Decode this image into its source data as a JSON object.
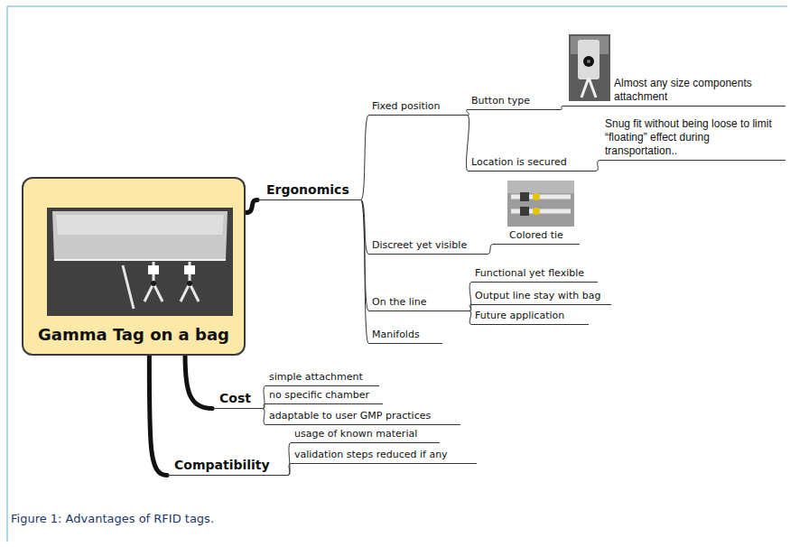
{
  "diagram": {
    "caption": "Figure 1: Advantages of RFID tags.",
    "nodes": [
      {
        "text": [
          "Gamma Tag on a bag"
        ]
      },
      {
        "text": [
          "Ergonomics"
        ]
      },
      {
        "text": [
          "Fixed position"
        ]
      },
      {
        "text": [
          "Button type"
        ]
      },
      {
        "text": [
          "Almost any size components attachment"
        ]
      },
      {
        "text": [
          "Location is secured"
        ]
      },
      {
        "text": [
          "Snug fit without being loose to limit “floating” effect during transportation.."
        ]
      },
      {
        "text": [
          "Discreet yet visible"
        ]
      },
      {
        "text": [
          "Colored tie"
        ]
      },
      {
        "text": [
          "On the line"
        ]
      },
      {
        "text": [
          "Functional yet flexible"
        ]
      },
      {
        "text": [
          "Output line stay with bag"
        ]
      },
      {
        "text": [
          "Future application"
        ]
      },
      {
        "text": [
          "Manifolds"
        ]
      },
      {
        "text": [
          "Cost"
        ]
      },
      {
        "text": [
          "simple attachment"
        ]
      },
      {
        "text": [
          "no specific chamber"
        ]
      },
      {
        "text": [
          "adaptable to user GMP practices"
        ]
      },
      {
        "text": [
          "Compatibility"
        ]
      },
      {
        "text": [
          "usage of known material"
        ]
      },
      {
        "text": [
          "validation steps reduced if any"
        ]
      }
    ],
    "edges": [
      {
        "from": 0,
        "to": 1,
        "arrow": "none"
      },
      {
        "from": 1,
        "to": 2,
        "arrow": "none"
      },
      {
        "from": 2,
        "to": 3,
        "arrow": "none"
      },
      {
        "from": 3,
        "to": 4,
        "arrow": "none"
      },
      {
        "from": 2,
        "to": 5,
        "arrow": "none"
      },
      {
        "from": 5,
        "to": 6,
        "arrow": "none"
      },
      {
        "from": 1,
        "to": 7,
        "arrow": "none"
      },
      {
        "from": 7,
        "to": 8,
        "arrow": "none"
      },
      {
        "from": 1,
        "to": 9,
        "arrow": "none"
      },
      {
        "from": 9,
        "to": 10,
        "arrow": "none"
      },
      {
        "from": 9,
        "to": 11,
        "arrow": "none"
      },
      {
        "from": 9,
        "to": 12,
        "arrow": "none"
      },
      {
        "from": 1,
        "to": 13,
        "arrow": "none"
      },
      {
        "from": 0,
        "to": 14,
        "arrow": "none"
      },
      {
        "from": 14,
        "to": 15,
        "arrow": "none"
      },
      {
        "from": 14,
        "to": 16,
        "arrow": "none"
      },
      {
        "from": 14,
        "to": 17,
        "arrow": "none"
      },
      {
        "from": 0,
        "to": 18,
        "arrow": "none"
      },
      {
        "from": 18,
        "to": 19,
        "arrow": "none"
      },
      {
        "from": 18,
        "to": 20,
        "arrow": "none"
      }
    ]
  }
}
